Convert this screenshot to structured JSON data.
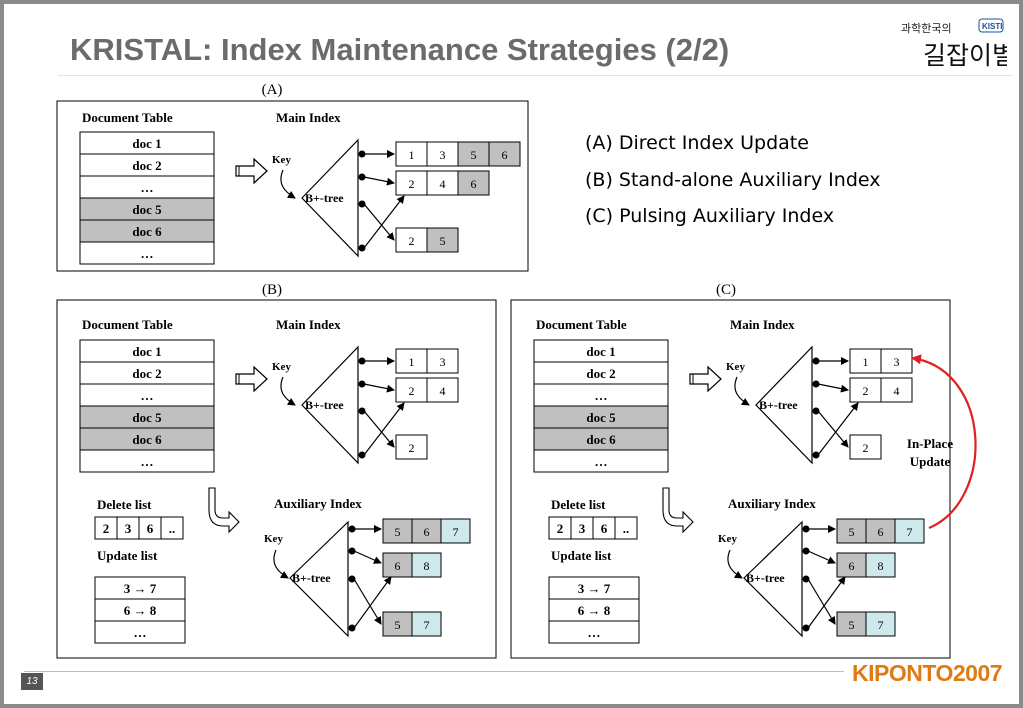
{
  "slide": {
    "title": "KRISTAL: Index Maintenance Strategies (2/2)",
    "page_number": "13",
    "footer_logo": "KIPONTO2007",
    "corner_logo": {
      "korean_small": "과학한국의",
      "badge": "KISTI",
      "korean_large": "길잡이별"
    }
  },
  "legend": {
    "a": "(A) Direct Index Update",
    "b": "(B) Stand-alone Auxiliary Index",
    "c": "(C) Pulsing Auxiliary Index"
  },
  "common": {
    "document_table": "Document Table",
    "main_index": "Main Index",
    "auxiliary_index": "Auxiliary Index",
    "key": "Key",
    "btree": "B+-tree",
    "delete_list": "Delete list",
    "update_list": "Update list",
    "in_place_update": [
      "In-Place",
      "Update"
    ]
  },
  "panels": {
    "a": {
      "label": "(A)",
      "doc_rows": [
        "doc 1",
        "doc 2",
        "…",
        "doc 5",
        "doc 6",
        "…"
      ],
      "main_postings": [
        [
          "1",
          "3",
          "5",
          "6"
        ],
        [
          "2",
          "4",
          "6"
        ],
        [
          "2",
          "5"
        ]
      ]
    },
    "b": {
      "label": "(B)",
      "doc_rows": [
        "doc 1",
        "doc 2",
        "…",
        "doc 5",
        "doc 6",
        "…"
      ],
      "main_postings": [
        [
          "1",
          "3"
        ],
        [
          "2",
          "4"
        ],
        [
          "2"
        ]
      ],
      "delete_list": [
        "2",
        "3",
        "6",
        ".."
      ],
      "update_list": [
        "3 → 7",
        "6 → 8",
        "…"
      ],
      "aux_postings": [
        [
          "5",
          "6",
          "7"
        ],
        [
          "6",
          "8"
        ],
        [
          "5",
          "7"
        ]
      ]
    },
    "c": {
      "label": "(C)",
      "doc_rows": [
        "doc 1",
        "doc 2",
        "…",
        "doc 5",
        "doc 6",
        "…"
      ],
      "main_postings": [
        [
          "1",
          "3"
        ],
        [
          "2",
          "4"
        ],
        [
          "2"
        ]
      ],
      "delete_list": [
        "2",
        "3",
        "6",
        ".."
      ],
      "update_list": [
        "3 → 7",
        "6 → 8",
        "…"
      ],
      "aux_postings": [
        [
          "5",
          "6",
          "7"
        ],
        [
          "6",
          "8"
        ],
        [
          "5",
          "7"
        ]
      ]
    }
  },
  "colors": {
    "deleted": "#c0c0c0",
    "updated": "#cde9ec",
    "title": "#6b6b6b",
    "in_place": "#cc2a1a",
    "arrow_red": "#e02020",
    "kiponto": "#e07a12"
  }
}
